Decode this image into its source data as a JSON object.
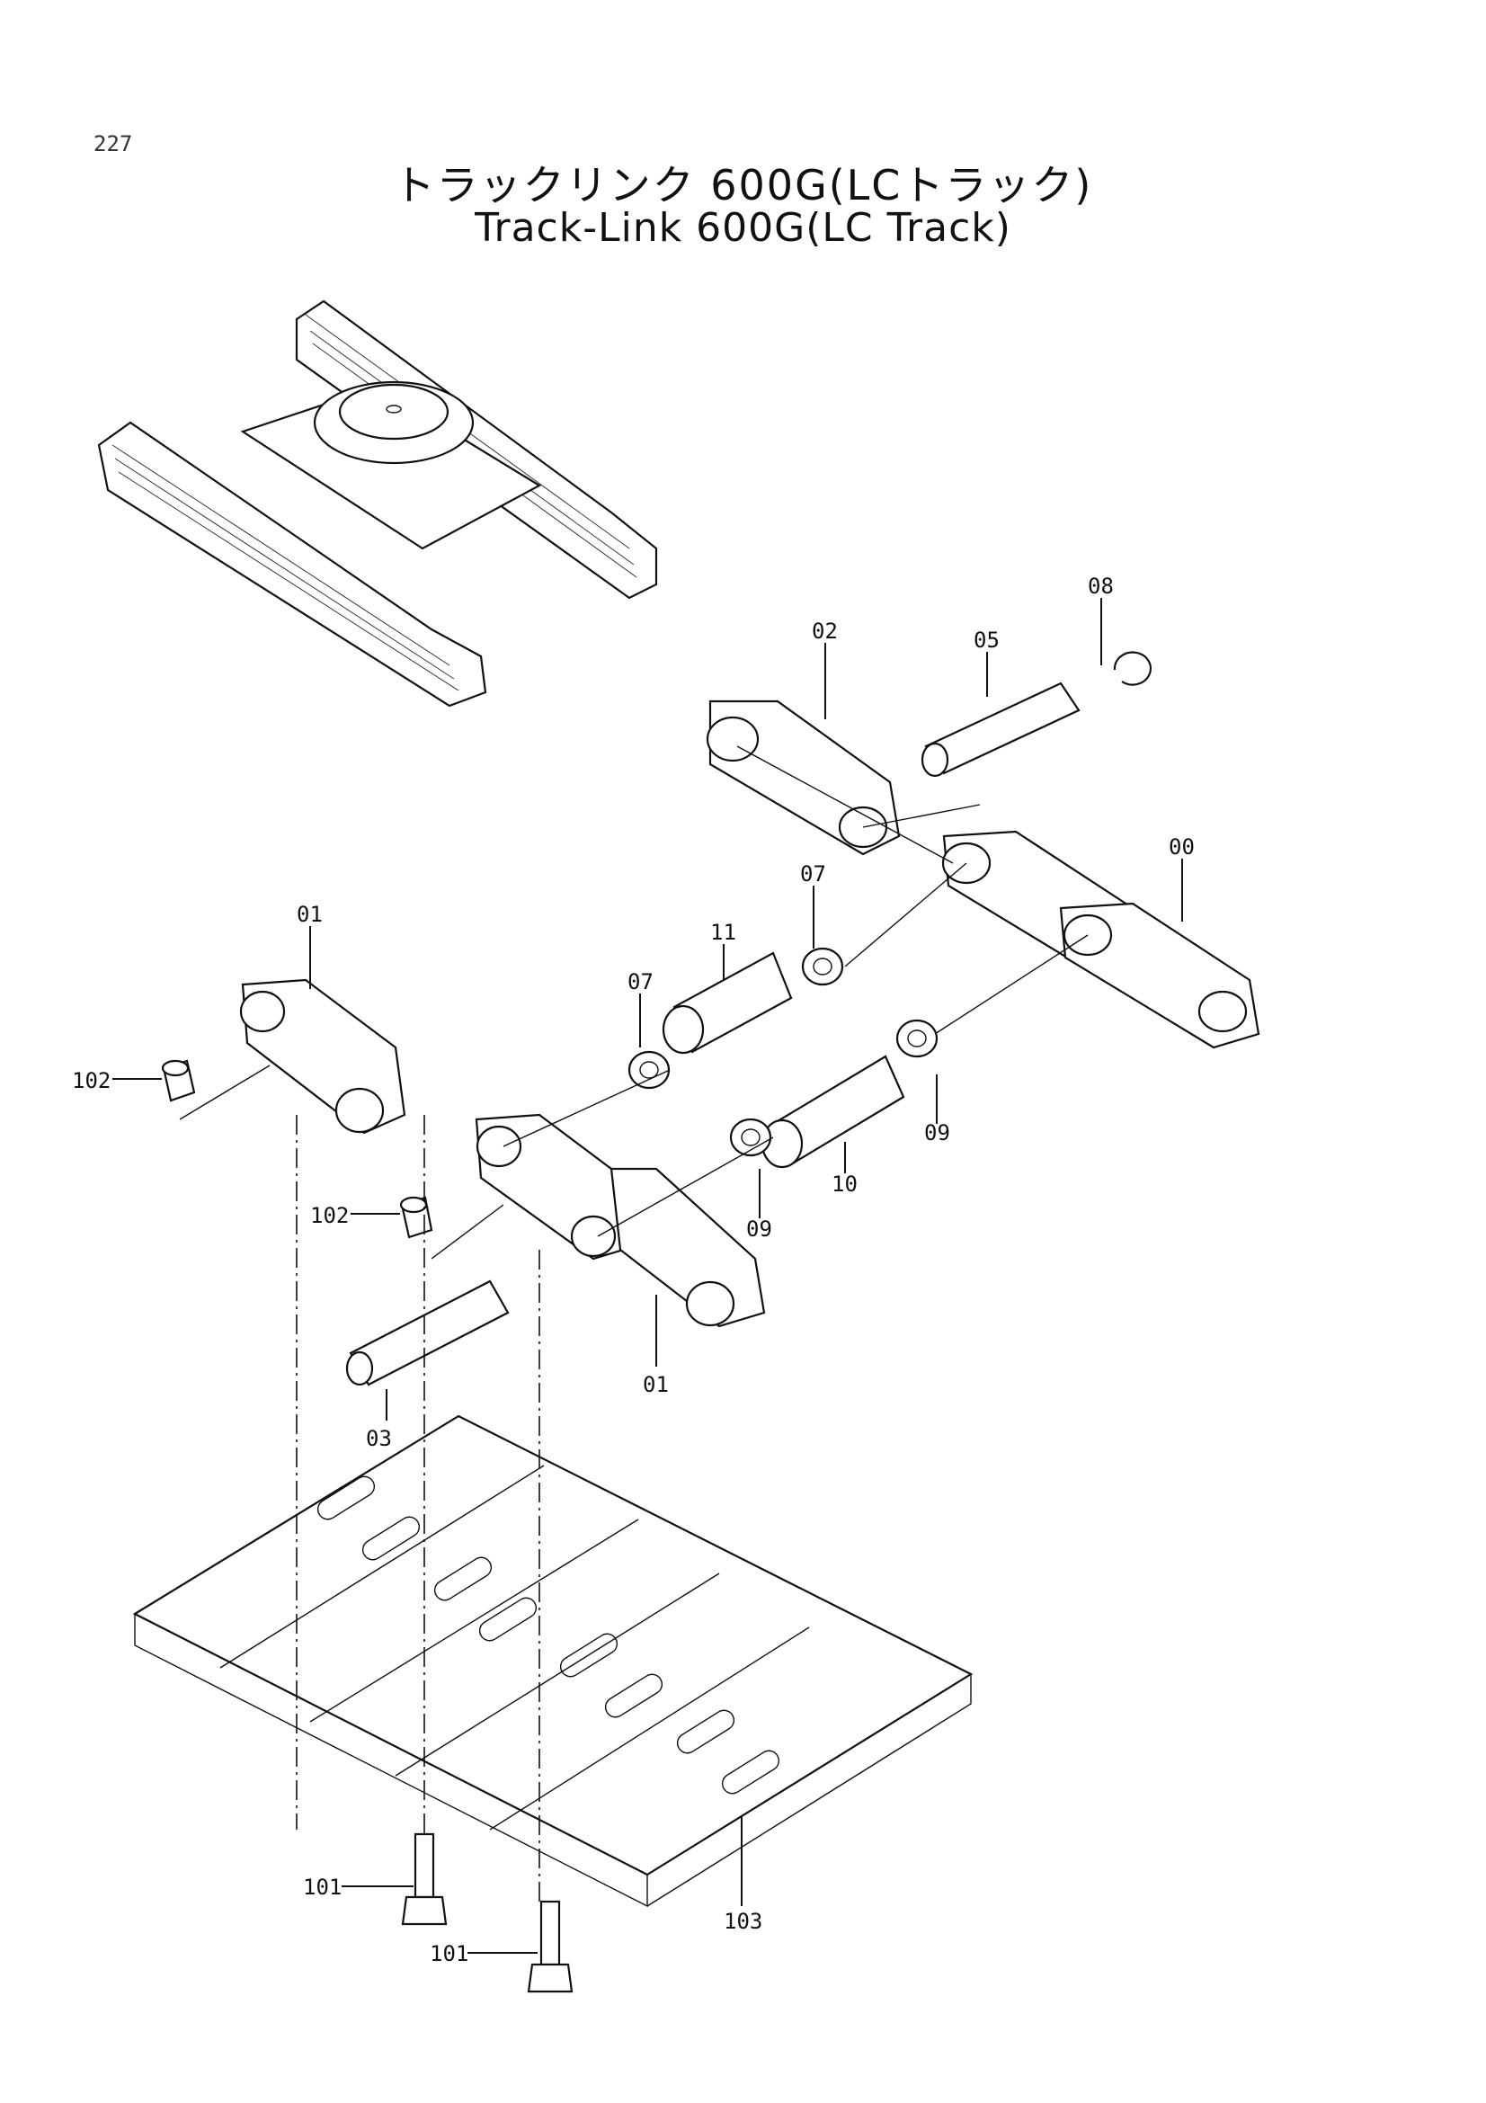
{
  "page_number": "227",
  "title_jp": "トラックリンク 600G(LCトラック)",
  "title_en": "Track-Link 600G(LC Track)",
  "callouts": {
    "c08": "08",
    "c02": "02",
    "c05": "05",
    "c00": "00",
    "c07a": "07",
    "c07b": "07",
    "c11": "11",
    "c01a": "01",
    "c01b": "01",
    "c102a": "102",
    "c102b": "102",
    "c09a": "09",
    "c09b": "09",
    "c10": "10",
    "c03": "03",
    "c101a": "101",
    "c101b": "101",
    "c103": "103"
  }
}
